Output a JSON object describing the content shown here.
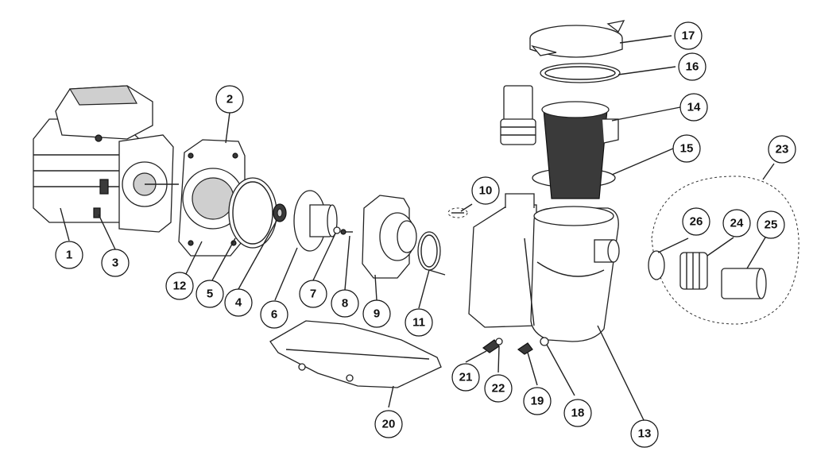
{
  "callouts": [
    {
      "id": "c1",
      "label": "1"
    },
    {
      "id": "c2",
      "label": "2"
    },
    {
      "id": "c3",
      "label": "3"
    },
    {
      "id": "c4",
      "label": "4"
    },
    {
      "id": "c5",
      "label": "5"
    },
    {
      "id": "c6",
      "label": "6"
    },
    {
      "id": "c7",
      "label": "7"
    },
    {
      "id": "c8",
      "label": "8"
    },
    {
      "id": "c9",
      "label": "9"
    },
    {
      "id": "c10",
      "label": "10"
    },
    {
      "id": "c11",
      "label": "11"
    },
    {
      "id": "c12",
      "label": "12"
    },
    {
      "id": "c13",
      "label": "13"
    },
    {
      "id": "c14",
      "label": "14"
    },
    {
      "id": "c15",
      "label": "15"
    },
    {
      "id": "c16",
      "label": "16"
    },
    {
      "id": "c17",
      "label": "17"
    },
    {
      "id": "c18",
      "label": "18"
    },
    {
      "id": "c19",
      "label": "19"
    },
    {
      "id": "c20",
      "label": "20"
    },
    {
      "id": "c21",
      "label": "21"
    },
    {
      "id": "c22",
      "label": "22"
    },
    {
      "id": "c23",
      "label": "23"
    },
    {
      "id": "c24",
      "label": "24"
    },
    {
      "id": "c25",
      "label": "25"
    },
    {
      "id": "c26",
      "label": "26"
    }
  ]
}
